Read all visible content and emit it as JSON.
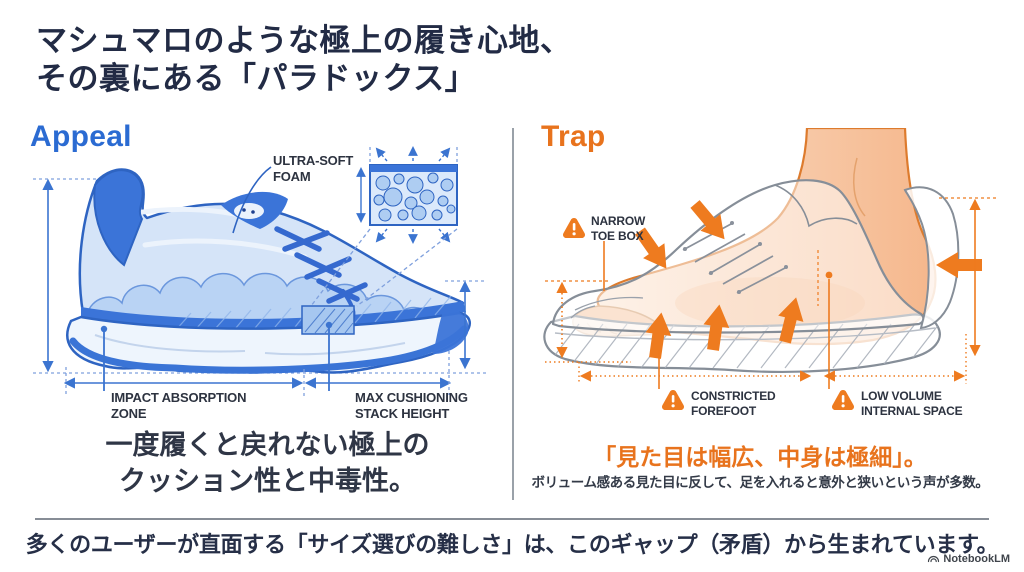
{
  "slide": {
    "title_line1": "マシュマロのような極上の履き心地、",
    "title_line2": "その裏にある「パラドックス」",
    "footer_text": "多くのユーザーが直面する「サイズ選びの難しさ」は、このギャップ（矛盾）から生まれています。",
    "brand": "NotebookLM"
  },
  "colors": {
    "accent_blue": "#2b6bd2",
    "accent_orange": "#ee7b1f",
    "title_navy": "#222b45",
    "body_text": "#2f3646"
  },
  "appeal": {
    "heading": "Appeal",
    "labels": {
      "ultra_soft": {
        "line1": "ULTRA-SOFT",
        "line2": "FOAM"
      },
      "impact": {
        "line1": "IMPACT ABSORPTION",
        "line2": "ZONE"
      },
      "max_cushion": {
        "line1": "MAX CUSHIONING",
        "line2": "STACK HEIGHT"
      }
    },
    "caption_line1": "一度履くと戻れない極上の",
    "caption_line2": "クッション性と中毒性。"
  },
  "trap": {
    "heading": "Trap",
    "labels": {
      "narrow": {
        "line1": "NARROW",
        "line2": "TOE BOX"
      },
      "constricted": {
        "line1": "CONSTRICTED",
        "line2": "FOREFOOT"
      },
      "low_volume": {
        "line1": "LOW VOLUME",
        "line2": "INTERNAL SPACE"
      }
    },
    "caption": "「見た目は幅広、中身は極細」。",
    "subcaption": "ボリューム感ある見た目に反して、足を入れると意外と狭いという声が多数。"
  }
}
